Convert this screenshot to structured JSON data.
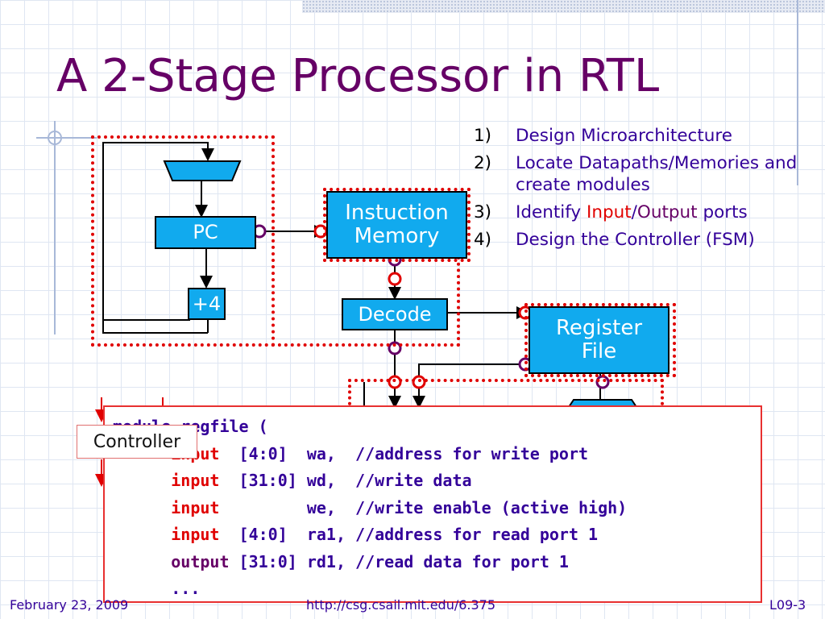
{
  "slide": {
    "title": "A 2-Stage Processor in RTL",
    "footer_date": "February 23, 2009",
    "footer_url": "http://csg.csail.mit.edu/6.375",
    "footer_page": "L09-3"
  },
  "steps": [
    {
      "num": "1)",
      "text": "Design Microarchitecture"
    },
    {
      "num": "2)",
      "text": "Locate Datapaths/Memories and create modules"
    },
    {
      "num": "3)",
      "pre": "Identify ",
      "input": "Input",
      "slash": "/",
      "output": "Output",
      "post": " ports"
    },
    {
      "num": "4)",
      "text": "Design the Controller (FSM)"
    }
  ],
  "diagram": {
    "pc": "PC",
    "plus4": "+4",
    "imem_line1": "Instuction",
    "imem_line2": "Memory",
    "decode": "Decode",
    "regfile_line1": "Register",
    "regfile_line2": "File",
    "controller": "Controller"
  },
  "code": {
    "line0": "module regfile (",
    "lines": [
      {
        "kw": "input",
        "rest": "  [4:0]  wa,  //address for write port"
      },
      {
        "kw": "input",
        "rest": "  [31:0] wd,  //write data"
      },
      {
        "kw": "input",
        "rest": "         we,  //write enable (active high)"
      },
      {
        "kw": "input",
        "rest": "  [4:0]  ra1, //address for read port 1"
      },
      {
        "kw": "output",
        "rest": " [31:0] rd1, //read data for port 1"
      }
    ],
    "ellipsis": "..."
  },
  "colors": {
    "title": "#660066",
    "body_text": "#330099",
    "block_fill": "#11aaee",
    "highlight_red": "#e00000"
  }
}
